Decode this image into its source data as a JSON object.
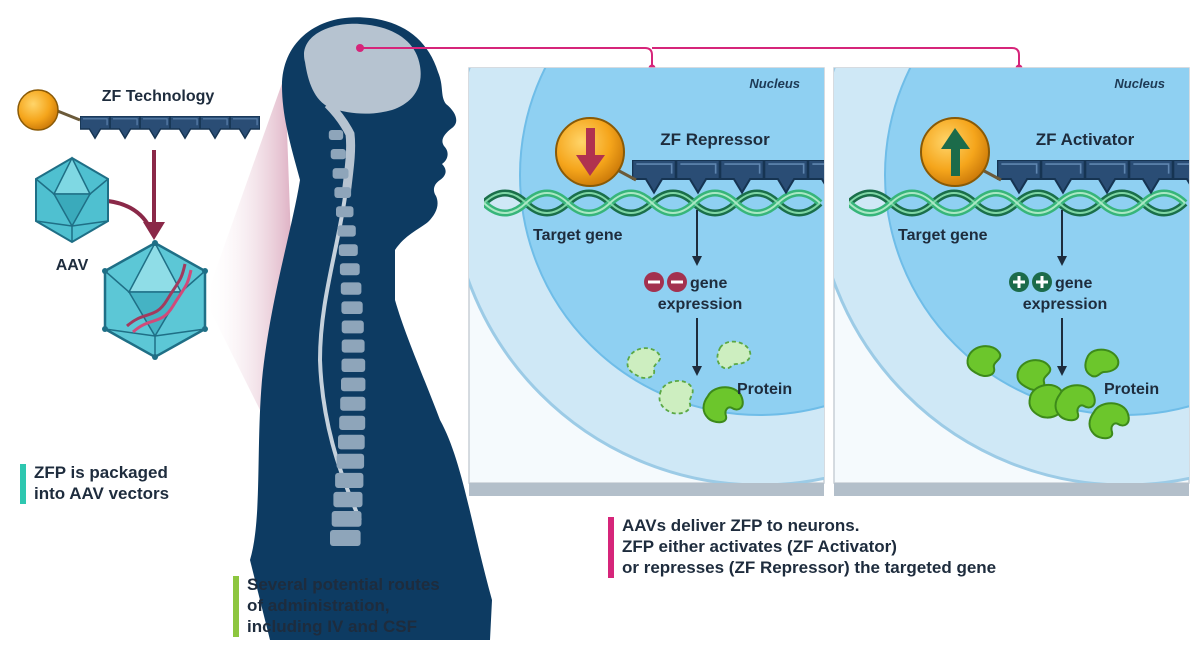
{
  "labels": {
    "zf_technology": "ZF Technology",
    "aav": "AAV",
    "nucleus": "Nucleus",
    "zf_repressor": "ZF Repressor",
    "zf_activator": "ZF Activator",
    "target_gene": "Target gene",
    "gene": "gene",
    "expression": "expression",
    "protein": "Protein"
  },
  "captions": {
    "packaging": [
      "ZFP is packaged",
      "into AAV vectors"
    ],
    "routes": [
      "Several potential routes",
      "of administration,",
      "including IV and CSF"
    ],
    "delivery": [
      "AAVs deliver ZFP to neurons.",
      "ZFP either activates (ZF Activator)",
      "or represses (ZF Repressor) the targeted gene"
    ]
  },
  "colors": {
    "packaging_bar": "#2ec7b0",
    "routes_bar": "#8dc63f",
    "delivery_bar": "#d6257a",
    "connector": "#d6257a",
    "zf_domain": "#2a4d75",
    "body": "#0d3b62",
    "protein": "#6cc62c",
    "effector_orb": "#f2a218"
  },
  "icons": {
    "repressor_arrow": "arrow-down-icon",
    "activator_arrow": "arrow-up-icon",
    "minus": "minus-icon",
    "plus": "plus-icon"
  }
}
